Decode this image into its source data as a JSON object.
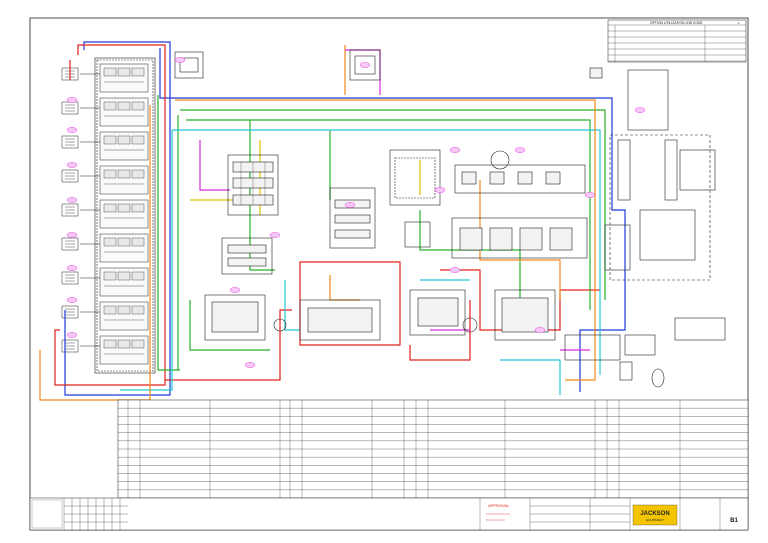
{
  "option_table": {
    "title": "OPTION UTILIZATION JOB CODE",
    "number": "1",
    "rows": [
      "",
      "",
      "",
      "",
      "",
      ""
    ]
  },
  "approval": {
    "label": "APPROVAL",
    "lines": [
      "",
      "",
      ""
    ]
  },
  "logo": {
    "text": "JACKSON",
    "subtext": "EQUIPMENT"
  },
  "title_block": {
    "company": "",
    "sheet": "B1",
    "drawing_title": ""
  },
  "legend": {
    "rows": 12
  },
  "colors": {
    "wire_red": "#e0201c",
    "wire_blue": "#1f3ad8",
    "wire_green": "#29b12a",
    "wire_cyan": "#22c7d6",
    "wire_orange": "#f08a1c",
    "wire_magenta": "#d62bd6",
    "wire_yellow": "#d9c400",
    "line_black": "#222222"
  }
}
